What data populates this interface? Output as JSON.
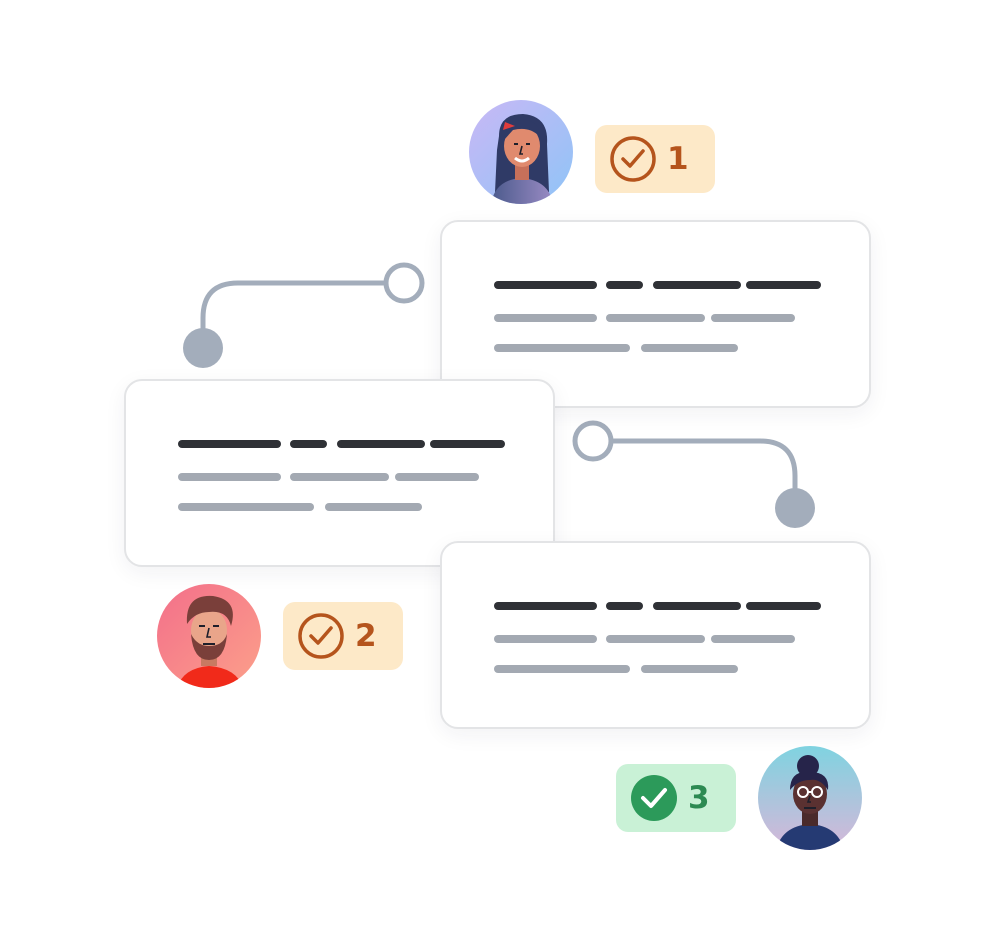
{
  "steps": [
    {
      "number": "1",
      "status": "pending",
      "icon": "check-circle-outline-icon"
    },
    {
      "number": "2",
      "status": "pending",
      "icon": "check-circle-outline-icon"
    },
    {
      "number": "3",
      "status": "complete",
      "icon": "check-circle-filled-icon"
    }
  ],
  "colors": {
    "pending_bg": "#fde9c8",
    "pending_fg": "#b5541c",
    "complete_bg": "#c9f1d6",
    "complete_fg": "#2c8a52",
    "connector": "#a3adbb",
    "text_dark": "#2f3136",
    "text_light": "#a3a9b2"
  }
}
